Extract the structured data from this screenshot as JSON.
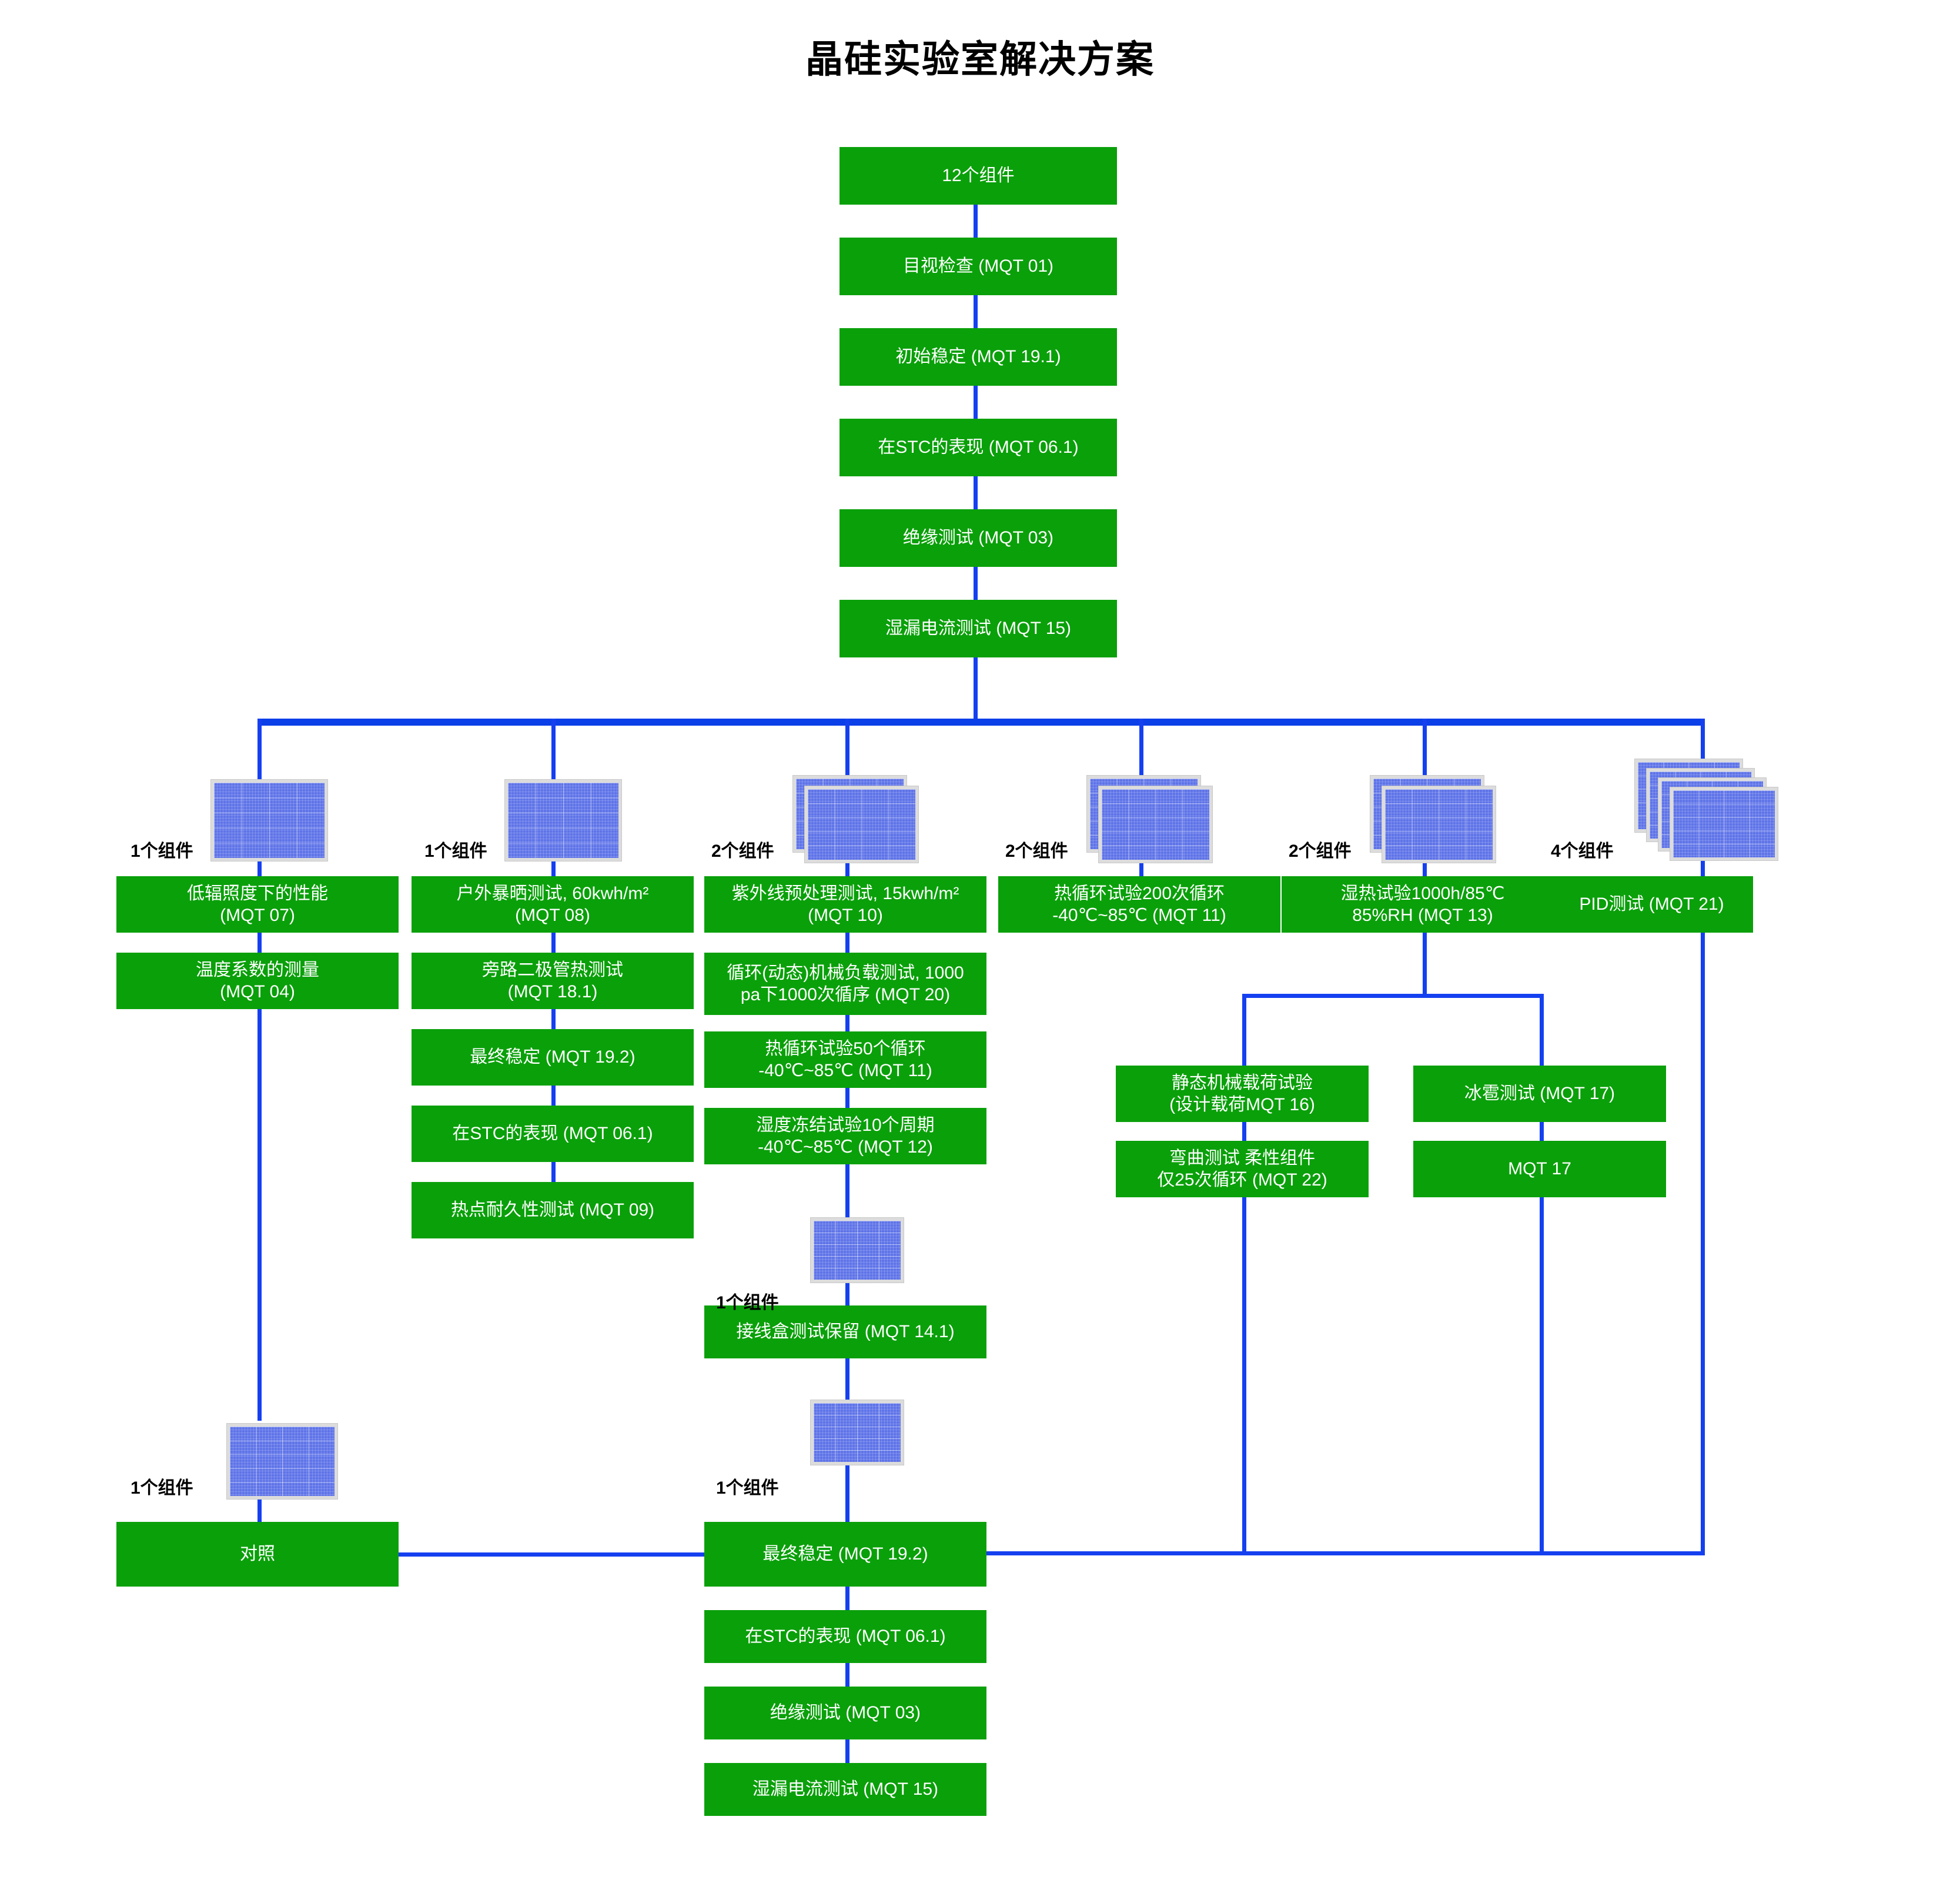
{
  "title": "晶硅实验室解决方案",
  "colors": {
    "box_fill": "#0aa00a",
    "box_text": "#ffffff",
    "connector": "#1540f0",
    "module_cell": "#5f74e8",
    "module_frame": "#dcdcdc",
    "caption_text": "#000000",
    "background": "#ffffff"
  },
  "trunk": {
    "nodes": [
      {
        "id": "n_start",
        "label": "12个组件"
      },
      {
        "id": "n_mqt01",
        "label": "目视检查 (MQT 01)"
      },
      {
        "id": "n_mqt19_1",
        "label": "初始稳定 (MQT 19.1)"
      },
      {
        "id": "n_mqt06_1a",
        "label": "在STC的表现 (MQT 06.1)"
      },
      {
        "id": "n_mqt03a",
        "label": "绝缘测试 (MQT 03)"
      },
      {
        "id": "n_mqt15a",
        "label": "湿漏电流测试 (MQT 15)"
      }
    ]
  },
  "branches": [
    {
      "id": "b1",
      "module_count_label": "1个组件",
      "module_icon": "solar-module-icon",
      "module_stack": 1,
      "steps": [
        {
          "id": "b1s1",
          "label": "低辐照度下的性能\n(MQT 07)"
        },
        {
          "id": "b1s2",
          "label": "温度系数的测量\n(MQT 04)"
        }
      ]
    },
    {
      "id": "b2",
      "module_count_label": "1个组件",
      "module_icon": "solar-module-icon",
      "module_stack": 1,
      "steps": [
        {
          "id": "b2s1",
          "label": "户外暴晒测试, 60kwh/m²\n(MQT 08)"
        },
        {
          "id": "b2s2",
          "label": "旁路二极管热测试\n(MQT 18.1)"
        },
        {
          "id": "b2s3",
          "label": "最终稳定 (MQT 19.2)"
        },
        {
          "id": "b2s4",
          "label": "在STC的表现 (MQT 06.1)"
        },
        {
          "id": "b2s5",
          "label": "热点耐久性测试 (MQT 09)"
        }
      ]
    },
    {
      "id": "b3",
      "module_count_label": "2个组件",
      "module_icon": "solar-module-icon",
      "module_stack": 2,
      "steps": [
        {
          "id": "b3s1",
          "label": "紫外线预处理测试, 15kwh/m²\n(MQT 10)"
        },
        {
          "id": "b3s2",
          "label": "循环(动态)机械负载测试, 1000\npa下1000次循序 (MQT 20)"
        },
        {
          "id": "b3s3",
          "label": "热循环试验50个循环\n-40℃~85℃ (MQT 11)"
        },
        {
          "id": "b3s4",
          "label": "湿度冻结试验10个周期\n-40℃~85℃ (MQT 12)"
        }
      ]
    },
    {
      "id": "b4",
      "module_count_label": "2个组件",
      "module_icon": "solar-module-icon",
      "module_stack": 2,
      "steps": [
        {
          "id": "b4s1",
          "label": "热循环试验200次循环\n-40℃~85℃ (MQT 11)"
        }
      ]
    },
    {
      "id": "b5",
      "module_count_label": "2个组件",
      "module_icon": "solar-module-icon",
      "module_stack": 2,
      "steps": [
        {
          "id": "b5s1",
          "label": "湿热试验1000h/85℃\n85%RH (MQT 13)"
        }
      ]
    },
    {
      "id": "b6",
      "module_count_label": "4个组件",
      "module_icon": "solar-module-icon",
      "module_stack": 4,
      "steps": [
        {
          "id": "b6s1",
          "label": "PID测试 (MQT 21)"
        }
      ]
    }
  ],
  "sub_branches": {
    "left": [
      {
        "id": "sb_l1",
        "label": "静态机械载荷试验\n(设计载荷MQT 16)"
      },
      {
        "id": "sb_l2",
        "label": "弯曲测试 柔性组件\n仅25次循环 (MQT 22)"
      }
    ],
    "right": [
      {
        "id": "sb_r1",
        "label": "冰雹测试 (MQT 17)"
      },
      {
        "id": "sb_r2",
        "label": "MQT 17"
      }
    ]
  },
  "mid_modules": [
    {
      "id": "mid_m1",
      "module_count_label": "1个组件",
      "module_icon": "solar-module-icon"
    },
    {
      "id": "mid_m2",
      "module_count_label": "1个组件",
      "module_icon": "solar-module-icon"
    }
  ],
  "control": {
    "module_count_label": "1个组件",
    "module_icon": "solar-module-icon",
    "label": "对照"
  },
  "junction_box": {
    "id": "n_mqt14_1",
    "label": "接线盒测试保留 (MQT 14.1)"
  },
  "final_chain": [
    {
      "id": "f_mqt19_2",
      "label": "最终稳定 (MQT 19.2)"
    },
    {
      "id": "f_mqt06_1",
      "label": "在STC的表现 (MQT 06.1)"
    },
    {
      "id": "f_mqt03",
      "label": "绝缘测试 (MQT 03)"
    },
    {
      "id": "f_mqt15",
      "label": "湿漏电流测试 (MQT 15)"
    }
  ]
}
